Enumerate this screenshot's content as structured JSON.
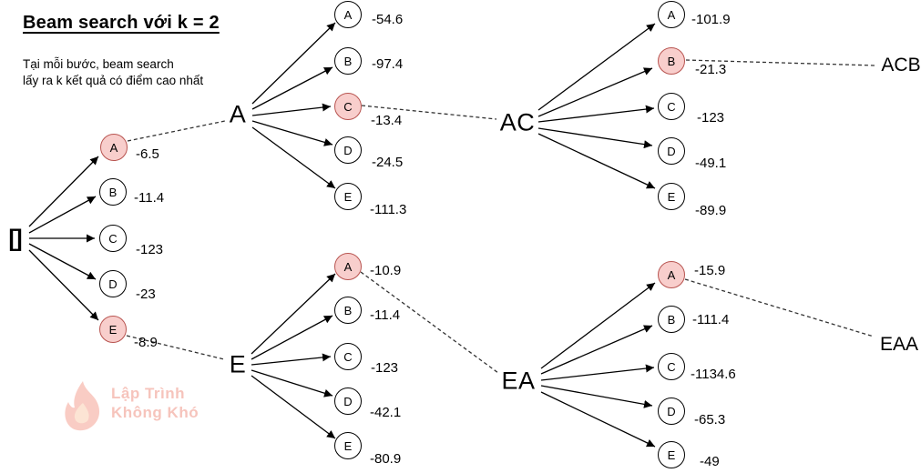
{
  "title": "Beam search với k = 2",
  "subtitle": [
    "Tại mỗi bước, beam search",
    "lấy ra k kết quả có điểm cao nhất"
  ],
  "tree": {
    "root_label": "[]",
    "beams": {
      "root": {
        "children": [
          {
            "letter": "A",
            "score": "-6.5",
            "highlighted": true
          },
          {
            "letter": "B",
            "score": "-11.4",
            "highlighted": false
          },
          {
            "letter": "C",
            "score": "-123",
            "highlighted": false
          },
          {
            "letter": "D",
            "score": "-23",
            "highlighted": false
          },
          {
            "letter": "E",
            "score": "-8.9",
            "highlighted": true
          }
        ]
      },
      "a": {
        "label": "A",
        "children": [
          {
            "letter": "A",
            "score": "-54.6",
            "highlighted": false
          },
          {
            "letter": "B",
            "score": "-97.4",
            "highlighted": false
          },
          {
            "letter": "C",
            "score": "-13.4",
            "highlighted": true
          },
          {
            "letter": "D",
            "score": "-24.5",
            "highlighted": false
          },
          {
            "letter": "E",
            "score": "-111.3",
            "highlighted": false
          }
        ]
      },
      "ac": {
        "label": "AC",
        "children": [
          {
            "letter": "A",
            "score": "-101.9",
            "highlighted": false
          },
          {
            "letter": "B",
            "score": "-21.3",
            "highlighted": true
          },
          {
            "letter": "C",
            "score": "-123",
            "highlighted": false
          },
          {
            "letter": "D",
            "score": "-49.1",
            "highlighted": false
          },
          {
            "letter": "E",
            "score": "-89.9",
            "highlighted": false
          }
        ]
      },
      "e": {
        "label": "E",
        "children": [
          {
            "letter": "A",
            "score": "-10.9",
            "highlighted": true
          },
          {
            "letter": "B",
            "score": "-11.4",
            "highlighted": false
          },
          {
            "letter": "C",
            "score": "-123",
            "highlighted": false
          },
          {
            "letter": "D",
            "score": "-42.1",
            "highlighted": false
          },
          {
            "letter": "E",
            "score": "-80.9",
            "highlighted": false
          }
        ]
      },
      "ea": {
        "label": "EA",
        "children": [
          {
            "letter": "A",
            "score": "-15.9",
            "highlighted": true
          },
          {
            "letter": "B",
            "score": "-111.4",
            "highlighted": false
          },
          {
            "letter": "C",
            "score": "-1134.6",
            "highlighted": false
          },
          {
            "letter": "D",
            "score": "-65.3",
            "highlighted": false
          },
          {
            "letter": "E",
            "score": "-49",
            "highlighted": false
          }
        ]
      }
    },
    "results": {
      "acb": "ACB",
      "eaa": "EAA"
    }
  },
  "logo": {
    "line1": "Lập Trình",
    "line2": "Không Khó"
  },
  "colors": {
    "highlight_fill": "#f8cecc",
    "highlight_stroke": "#b85450",
    "node_fill": "#ffffff",
    "node_stroke": "#000000",
    "logo_color": "#f19d90"
  }
}
